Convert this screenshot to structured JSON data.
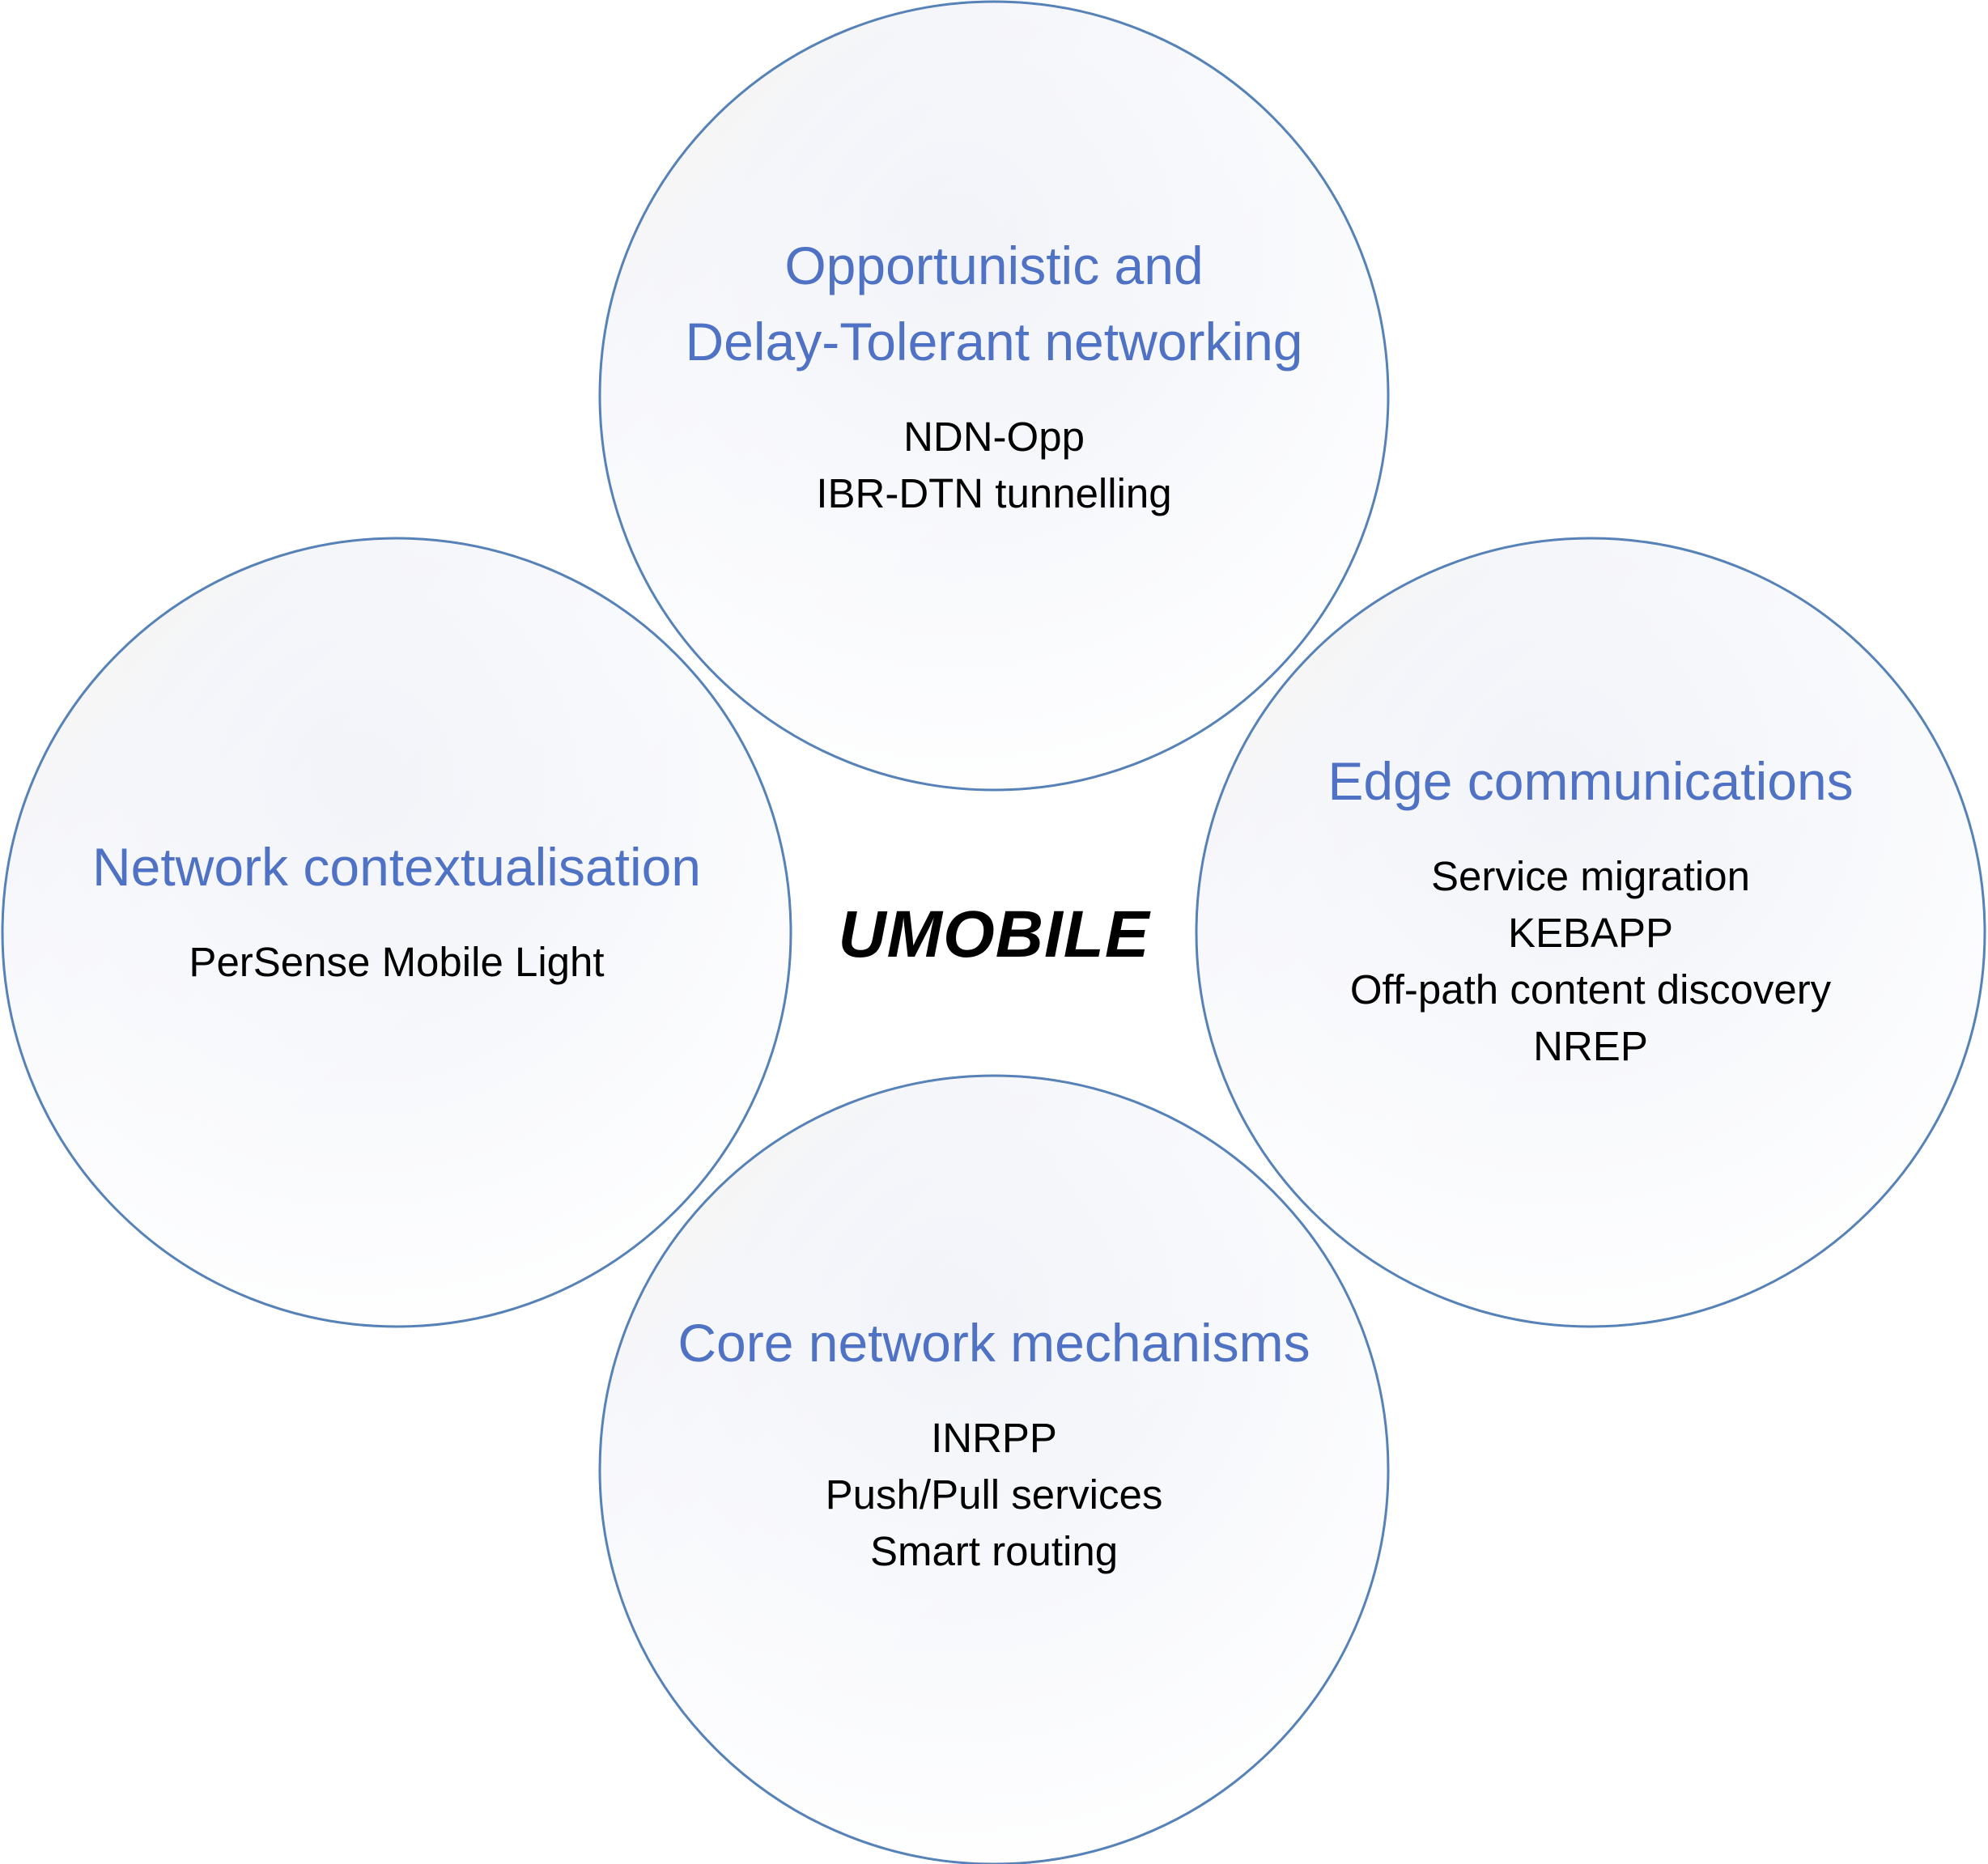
{
  "center_label": "UMOBILE",
  "colors": {
    "circle_stroke": "#5682b8",
    "title_text": "#4f72c4",
    "item_text": "#000000"
  },
  "circles": {
    "top": {
      "title_lines": [
        "Opportunistic and",
        "Delay-Tolerant networking"
      ],
      "items": [
        "NDN-Opp",
        "IBR-DTN tunnelling"
      ]
    },
    "left": {
      "title_lines": [
        "Network contextualisation"
      ],
      "items": [
        "PerSense Mobile Light"
      ]
    },
    "right": {
      "title_lines": [
        "Edge communications"
      ],
      "items": [
        "Service migration",
        "KEBAPP",
        "Off-path content discovery",
        "NREP"
      ]
    },
    "bottom": {
      "title_lines": [
        "Core network mechanisms"
      ],
      "items": [
        "INRPP",
        "Push/Pull services",
        "Smart routing"
      ]
    }
  }
}
